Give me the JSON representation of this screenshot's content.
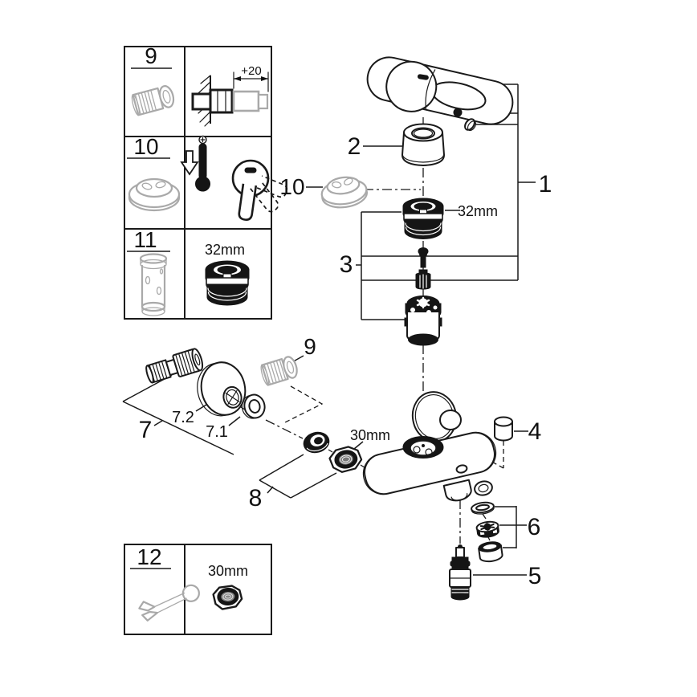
{
  "legend": {
    "row9": {
      "number": "9",
      "dimension": "+20"
    },
    "row10": {
      "number": "10"
    },
    "row11": {
      "number": "11",
      "dimension": "32mm"
    },
    "row12": {
      "number": "12",
      "dimension": "30mm"
    }
  },
  "callouts": {
    "n1": "1",
    "n2": "2",
    "n3": "3",
    "n4": "4",
    "n5": "5",
    "n6": "6",
    "n7": "7",
    "n7_1": "7.1",
    "n7_2": "7.2",
    "n8": "8",
    "n9": "9",
    "n10": "10"
  },
  "dims": {
    "cartridge_nut": "32mm",
    "union_nut": "30mm"
  },
  "colors": {
    "ink": "#1a1a1a",
    "gray": "#a9a9a9",
    "background": "#ffffff"
  }
}
